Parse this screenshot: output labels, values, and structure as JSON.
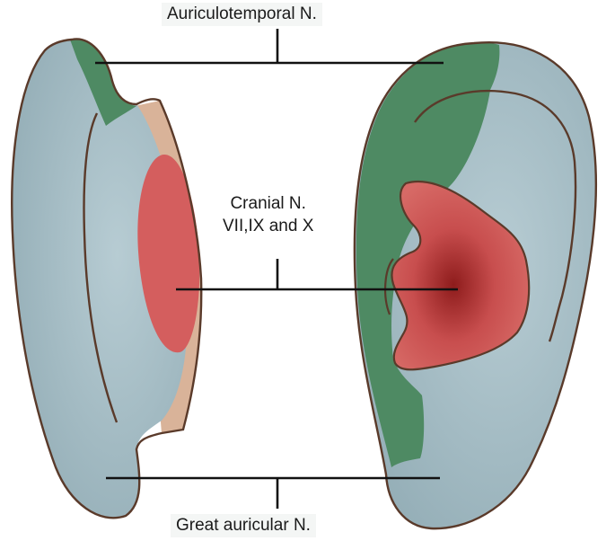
{
  "labels": {
    "auriculotemporal": "Auriculotemporal N.",
    "cranial_line1": "Cranial N.",
    "cranial_line2": "VII,IX and X",
    "great_auricular": "Great auricular N."
  },
  "colors": {
    "great_auricular_region": "#9fb7bf",
    "auriculotemporal_region": "#4e8a63",
    "cranial_region": "#d45e5e",
    "skin_edge": "#d9b399",
    "outline": "#5a3a2a"
  }
}
